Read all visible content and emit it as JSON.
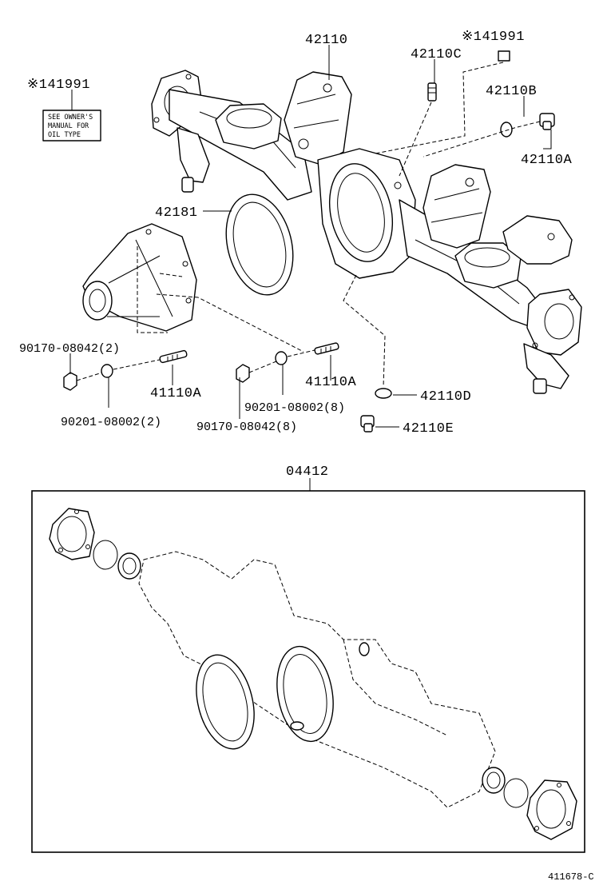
{
  "diagram": {
    "labels": {
      "housing": "42110",
      "breather": "42110C",
      "caution_label_top": "※141991",
      "gasket_seal": "42110B",
      "filler_plug": "42110A",
      "caution_label_left": "※141991",
      "carrier_gasket": "42181",
      "nut_left": "90170-08042(2)",
      "stud_left": "41110A",
      "washer_left": "90201-08002(2)",
      "washer_right": "90201-08002(8)",
      "stud_right": "41110A",
      "nut_right": "90170-08042(8)",
      "drain_gasket": "42110D",
      "drain_plug": "42110E",
      "gasket_kit": "04412",
      "figure_code": "411678-C"
    },
    "caution_note_lines": [
      "SEE OWNER'S",
      "MANUAL FOR",
      "OIL TYPE"
    ]
  }
}
